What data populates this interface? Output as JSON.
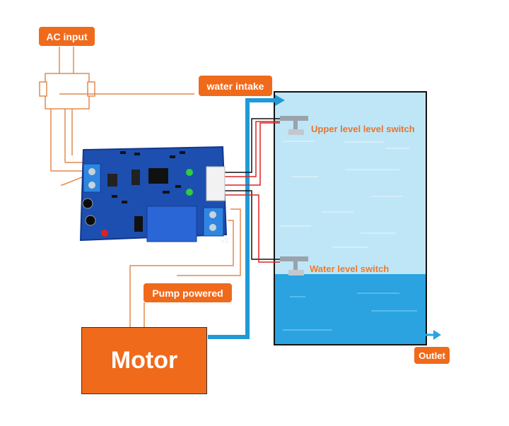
{
  "labels": {
    "ac_input": "AC input",
    "water_intake": "water intake",
    "pump_powered": "Pump powered",
    "outlet": "Outlet",
    "motor": "Motor",
    "upper_switch": "Upper level level switch",
    "water_level_switch": "Water level switch",
    "board_version": "V3"
  },
  "colors": {
    "accent_orange": "#f06a1b",
    "wire_orange": "#e38a4c",
    "water_light": "#bfe6f7",
    "water_dark": "#2aa3e0",
    "pipe_blue": "#1f9ad6",
    "pcb_blue": "#1d4fb0",
    "relay_blue": "#2a66d6"
  },
  "icons": [
    "ac-plug-icon",
    "control-board",
    "relay-icon",
    "float-switch-icon",
    "water-tank",
    "outlet-arrow-icon"
  ]
}
